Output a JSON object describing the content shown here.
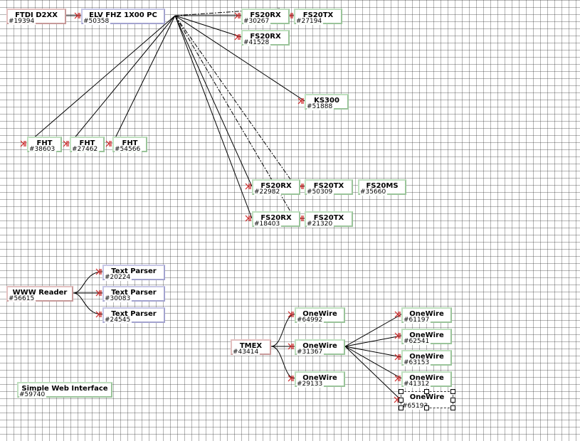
{
  "nodes": [
    {
      "title": "FTDI D2XX",
      "id": "#19394"
    },
    {
      "title": "ELV FHZ 1X00 PC",
      "id": "#50358"
    },
    {
      "title": "FS20RX",
      "id": "#30267"
    },
    {
      "title": "FS20TX",
      "id": "#27194"
    },
    {
      "title": "FS20RX",
      "id": "#41528"
    },
    {
      "title": "KS300",
      "id": "#51888"
    },
    {
      "title": "FHT",
      "id": "#38603"
    },
    {
      "title": "FHT",
      "id": "#27462"
    },
    {
      "title": "FHT",
      "id": "#54566"
    },
    {
      "title": "FS20RX",
      "id": "#22982"
    },
    {
      "title": "FS20TX",
      "id": "#50309"
    },
    {
      "title": "FS20MS",
      "id": "#35660"
    },
    {
      "title": "FS20RX",
      "id": "#18403"
    },
    {
      "title": "FS20TX",
      "id": "#21320"
    },
    {
      "title": "WWW Reader",
      "id": "#56615"
    },
    {
      "title": "Text Parser",
      "id": "#20224"
    },
    {
      "title": "Text Parser",
      "id": "#30083"
    },
    {
      "title": "Text Parser",
      "id": "#24545"
    },
    {
      "title": "OneWire",
      "id": "#64992"
    },
    {
      "title": "OneWire",
      "id": "#61197"
    },
    {
      "title": "OneWire",
      "id": "#62541"
    },
    {
      "title": "TMEX",
      "id": "#43414"
    },
    {
      "title": "OneWire",
      "id": "#31367"
    },
    {
      "title": "OneWire",
      "id": "#63153"
    },
    {
      "title": "OneWire",
      "id": "#41312"
    },
    {
      "title": "OneWire",
      "id": "#29133"
    },
    {
      "title": "OneWire",
      "id": "#65193"
    },
    {
      "title": "Simple Web Interface",
      "id": "#59740"
    }
  ],
  "colors": {
    "grid": "#888888",
    "device_border": "#9ac49a",
    "source_border": "#c89a9a",
    "parser_border": "#a3a3cf",
    "wire": "#000000",
    "connector": "#cc2222"
  }
}
